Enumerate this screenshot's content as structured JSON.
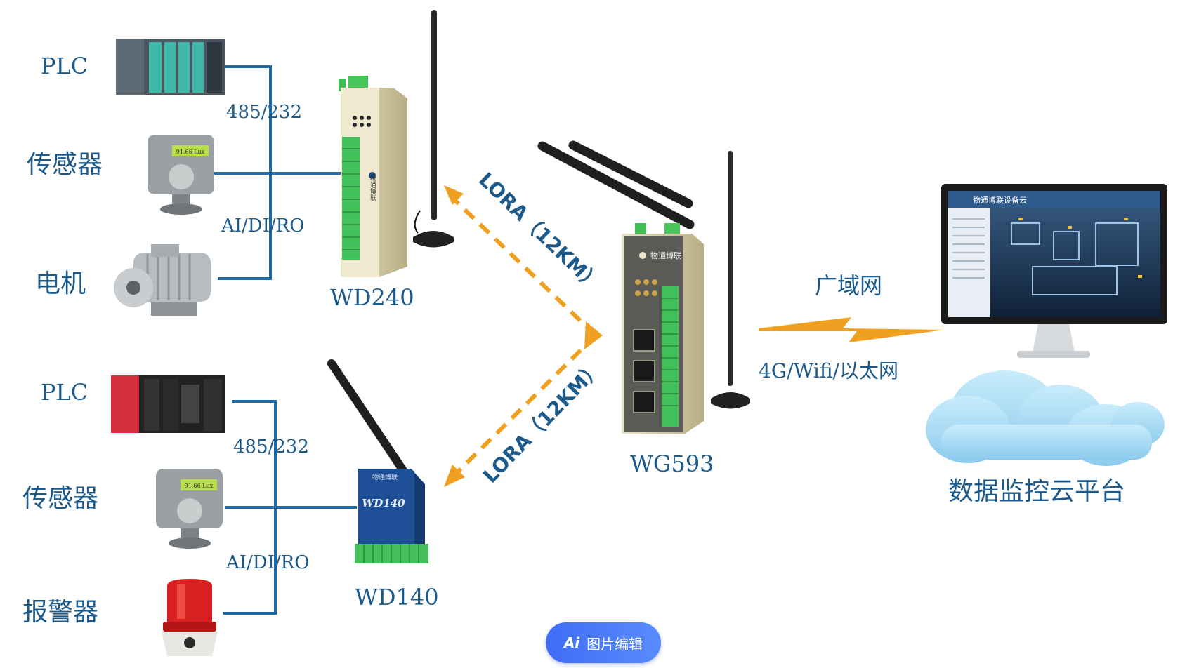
{
  "top_group": {
    "device_1": "PLC",
    "device_2": "传感器",
    "device_3": "电机",
    "bus_label_1": "485/232",
    "bus_label_2": "AI/DI/RO",
    "node_label": "WD240"
  },
  "bottom_group": {
    "device_1": "PLC",
    "device_2": "传感器",
    "device_3": "报警器",
    "bus_label_1": "485/232",
    "bus_label_2": "AI/DI/RO",
    "node_label": "WD140"
  },
  "lora_link_top": "LORA（12KM）",
  "lora_link_bottom": "LORA（12KM）",
  "gateway_label": "WG593",
  "wan_label": "广域网",
  "wan_media_label": "4G/Wifi/以太网",
  "cloud_label": "数据监控云平台",
  "device_brand": "物通博联",
  "sensor_readout": "91.66 Lux",
  "monitor_title": "物通博联设备云",
  "wd140_model": "WD140",
  "ai_button": {
    "icon_text": "Ai",
    "label": "图片编辑"
  },
  "colors": {
    "line": "#1c6aa8",
    "text": "#1c5a8c",
    "lora_arrow": "#f0a020",
    "lightning": "#f0a020",
    "cloud": "#a9d8f2"
  }
}
